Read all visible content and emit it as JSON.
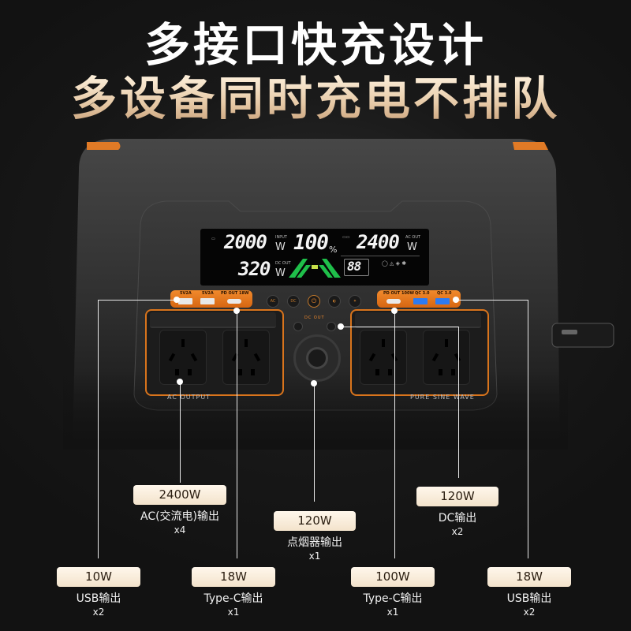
{
  "headline": {
    "line1": "多接口快充设计",
    "line2": "多设备同时充电不排队"
  },
  "display": {
    "input_value": "2000",
    "input_tag": "INPUT",
    "input_unit": "W",
    "percent_value": "100",
    "percent_unit": "%",
    "ac_out_value": "2400",
    "ac_out_tag": "AC OUT",
    "ac_out_unit": "W",
    "dc_out_value": "320",
    "dc_out_tag": "DC OUT",
    "dc_out_unit": "W",
    "temp_value": "88"
  },
  "panel": {
    "usb_a_1_label": "5V2A",
    "usb_a_2_label": "5V2A",
    "pd_left_label": "PD OUT 18W",
    "pd_right_label": "PD OUT 100W",
    "qc_1_label": "QC 3.0",
    "qc_2_label": "QC 3.0",
    "ac_button": "AC",
    "dc_button": "DC",
    "dc_out_label": "DC OUT",
    "ac_output_caption": "AC OUTPUT",
    "pure_sine_caption": "PURE SINE WAVE"
  },
  "callouts": {
    "ac": {
      "power": "2400W",
      "label": "AC(交流电)输出",
      "qty": "x4"
    },
    "cig": {
      "power": "120W",
      "label": "点烟器输出",
      "qty": "x1"
    },
    "dc": {
      "power": "120W",
      "label": "DC输出",
      "qty": "x2"
    },
    "usb_left": {
      "power": "10W",
      "label": "USB输出",
      "qty": "x2"
    },
    "typec_left": {
      "power": "18W",
      "label": "Type-C输出",
      "qty": "x1"
    },
    "typec_right": {
      "power": "100W",
      "label": "Type-C输出",
      "qty": "x1"
    },
    "usb_right": {
      "power": "18W",
      "label": "USB输出",
      "qty": "x2"
    }
  },
  "colors": {
    "accent": "#f18a2c",
    "pill": "#f3e3cb",
    "device_body": "#3a3a3a"
  }
}
